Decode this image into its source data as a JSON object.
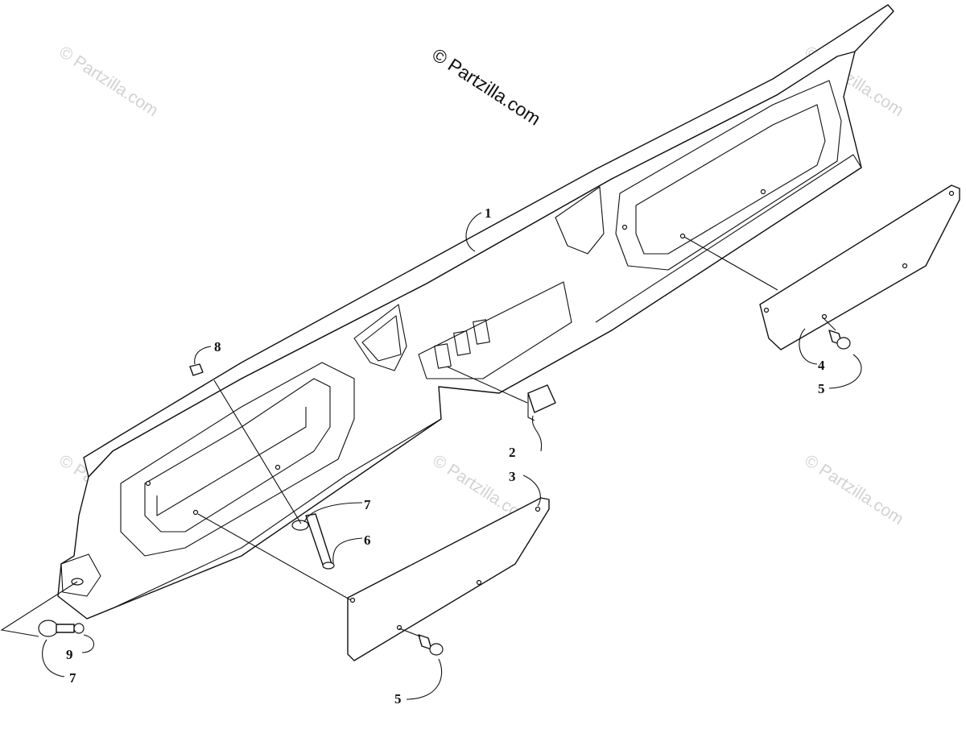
{
  "copyright": "© Partzilla.com",
  "watermark_text": "© Partzilla.com",
  "callouts": [
    "1",
    "2",
    "3",
    "4",
    "5",
    "5",
    "6",
    "7",
    "7",
    "8",
    "9"
  ],
  "parts": [
    {
      "name": "dashboard-shroud",
      "callout": "1"
    },
    {
      "name": "switch-plug",
      "callout": "2"
    },
    {
      "name": "left-cover-panel",
      "callout": "3"
    },
    {
      "name": "right-cover-panel",
      "callout": "4"
    },
    {
      "name": "screw",
      "callout": "5"
    },
    {
      "name": "bolt",
      "callout": "6"
    },
    {
      "name": "washer",
      "callout": "7"
    },
    {
      "name": "nut",
      "callout": "8"
    },
    {
      "name": "screw",
      "callout": "9"
    }
  ],
  "colors": {
    "line": "#111111",
    "watermark": "#d2d2d2",
    "background": "#ffffff"
  }
}
